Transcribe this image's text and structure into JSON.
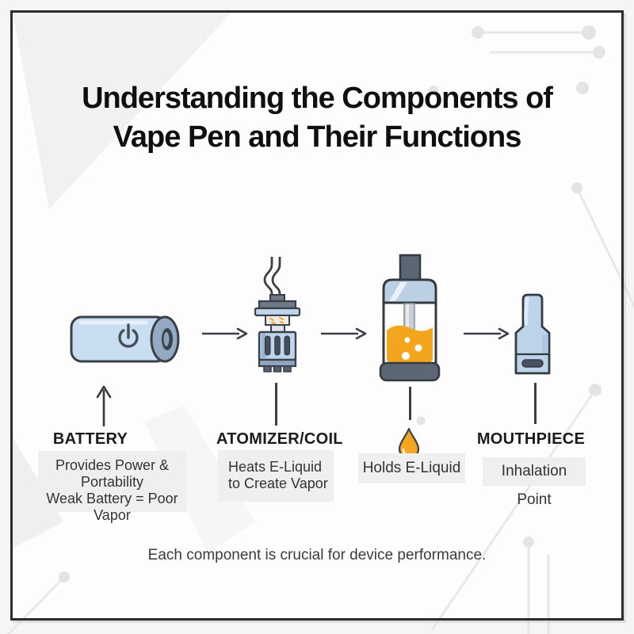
{
  "title": {
    "line1": "Understanding the Components of",
    "line2": "Vape Pen and Their Functions"
  },
  "components": [
    {
      "name": "battery",
      "label": "BATTERY",
      "description": "Provides Power &\nPortability\nWeak Battery = Poor Vapor"
    },
    {
      "name": "atomizer",
      "label": "ATOMIZER/COIL",
      "description": "Heats E-Liquid\nto Create Vapor"
    },
    {
      "name": "tank",
      "label": "",
      "description": "Holds E-Liquid"
    },
    {
      "name": "mouthpiece",
      "label": "MOUTHPIECE",
      "description": "Inhalation Point"
    }
  ],
  "footer": {
    "caption": "Each component is crucial for device performance."
  },
  "icons": {
    "battery": "battery-icon",
    "power": "power-icon",
    "atomizer": "atomizer-icon",
    "tank": "tank-icon",
    "droplet": "droplet-icon",
    "mouthpiece": "mouthpiece-icon",
    "flow_arrow": "arrow-right-icon",
    "pointer_arrow": "arrow-up-icon"
  },
  "colors": {
    "frame_border": "#2c2c2e",
    "canvas": "#fdfdfd",
    "outline": "#3a3f48",
    "component_blue": "#c5daf0",
    "accent_blue_gray": "#92aac4",
    "dark_gray": "#5d6773",
    "eliquid_orange": "#f3a61d",
    "label_text": "#1b1b1c",
    "box_background": "#efeff0",
    "decoration_gray": "#e8e8ea"
  }
}
